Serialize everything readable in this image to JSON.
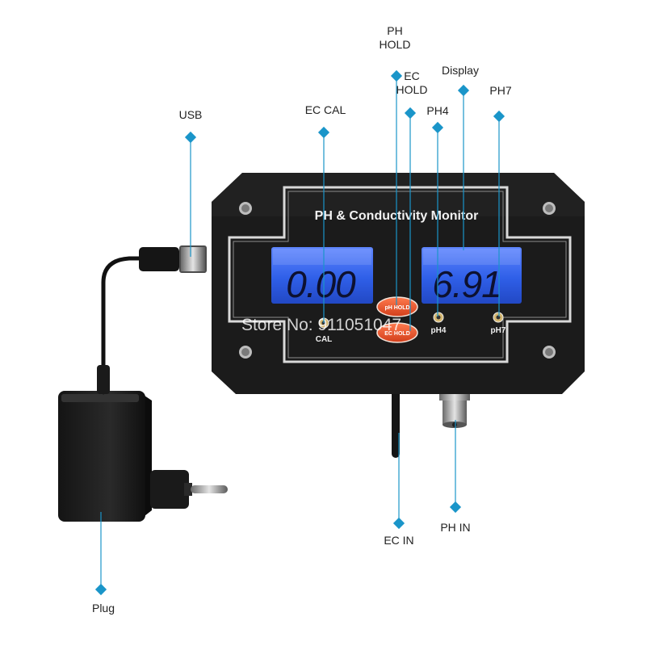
{
  "device": {
    "title": "PH & Conductivity Monitor",
    "left_display": "0.00",
    "right_display": "6.91",
    "buttons": {
      "ph_hold": "pH HOLD",
      "ec_hold": "EC HOLD"
    },
    "port_labels": {
      "cal": "CAL",
      "ph4": "pH4",
      "ph7": "pH7"
    }
  },
  "watermark": "Store No: 911051047",
  "callouts": {
    "usb": "USB",
    "ec_cal": "EC CAL",
    "ph_hold": "PH HOLD",
    "ec_hold": "EC HOLD",
    "ph4": "PH4",
    "display": "Display",
    "ph7": "PH7",
    "ec_in": "EC IN",
    "ph_in": "PH IN",
    "plug": "Plug"
  },
  "colors": {
    "leader": "#1a95c9",
    "body": "#1b1b1b",
    "lcd": "#2f5fe8",
    "button": "#e8502a",
    "frame": "#d8d8d8"
  }
}
